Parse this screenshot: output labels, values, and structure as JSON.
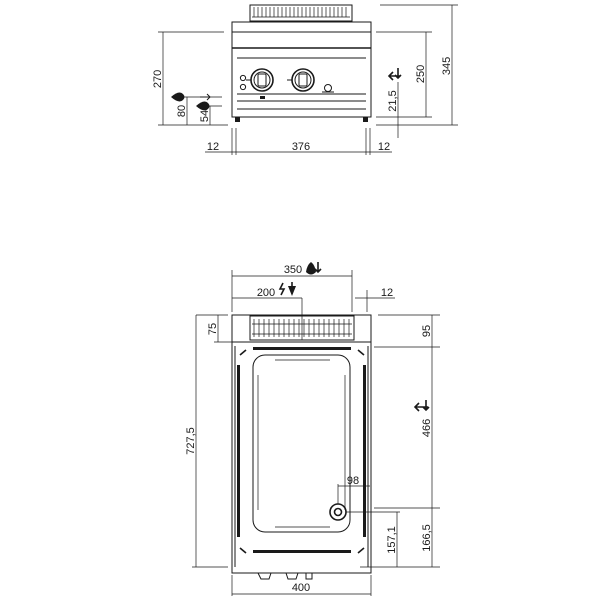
{
  "drawing": {
    "type": "technical-dimension-drawing",
    "units": "mm",
    "colors": {
      "line": "#1a1a1a",
      "background": "#ffffff"
    }
  },
  "front_view": {
    "dimensions": {
      "total_height": "345",
      "body_height": "270",
      "worktop_height": "250",
      "gas_inlet_height": "80",
      "water_inlet_height": "54",
      "drain_offset": "21,5",
      "left_foot_offset": "12",
      "foot_span": "376",
      "right_foot_offset": "12"
    },
    "symbols": [
      "gas-inlet-icon",
      "water-inlet-icon",
      "drain-arrow-icon"
    ]
  },
  "top_view": {
    "dimensions": {
      "gas_connection_x": "350",
      "electric_connection_x": "200",
      "back_offset": "12",
      "flue_depth": "75",
      "back_to_drain_zone": "95",
      "drain_zone": "466",
      "overall_depth": "727,5",
      "drain_x_offset": "98",
      "drain_from_front": "157,1",
      "drain_zone_front": "166,5",
      "overall_width": "400"
    },
    "symbols": [
      "gas-connection-icon",
      "electric-connection-icon",
      "drain-arrow-icon"
    ]
  }
}
